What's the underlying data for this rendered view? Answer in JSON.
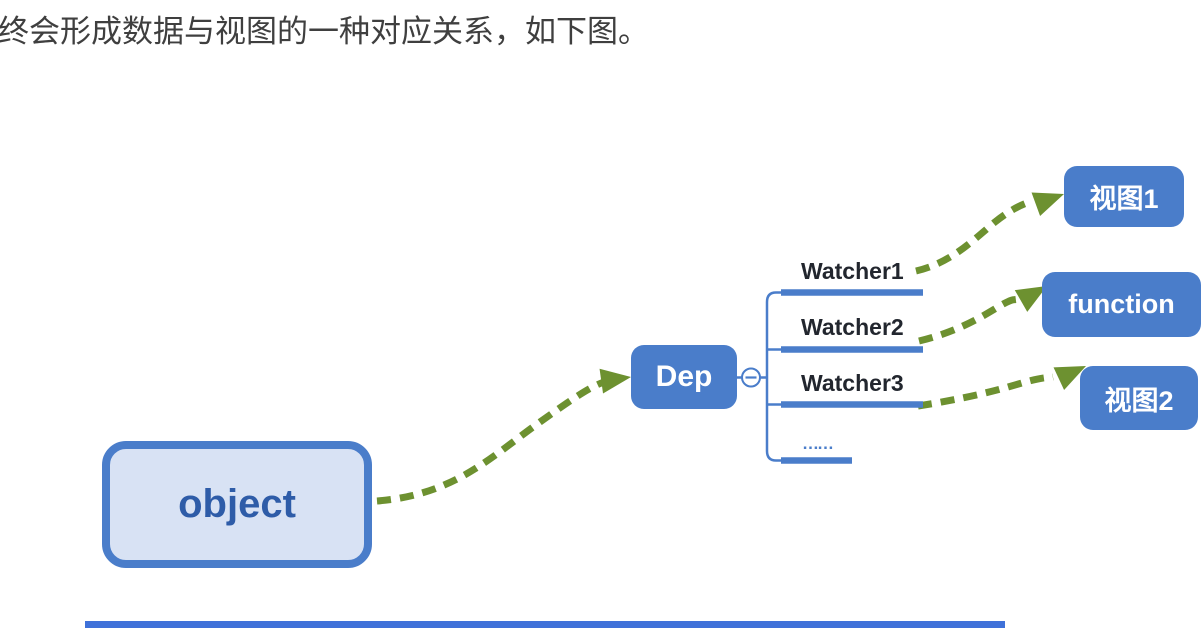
{
  "headline": {
    "text": "终会形成数据与视图的一种对应关系，如下图。"
  },
  "diagram": {
    "object_node": {
      "label": "object"
    },
    "dep_node": {
      "label": "Dep"
    },
    "collapse_icon": {
      "type": "minus-circle"
    },
    "watchers": [
      {
        "label": "Watcher1"
      },
      {
        "label": "Watcher2"
      },
      {
        "label": "Watcher3"
      },
      {
        "label": "……"
      }
    ],
    "targets": [
      {
        "label": "视图1"
      },
      {
        "label": "function"
      },
      {
        "label": "视图2"
      }
    ],
    "edges": [
      {
        "from": "object",
        "to": "Dep",
        "style": "green-dashed-arrow"
      },
      {
        "from": "Watcher1",
        "to": "视图1",
        "style": "green-dashed-arrow"
      },
      {
        "from": "Watcher2",
        "to": "function",
        "style": "green-dashed-arrow"
      },
      {
        "from": "Watcher3",
        "to": "视图2",
        "style": "green-dashed-arrow"
      }
    ],
    "colors": {
      "node_blue": "#4a7dca",
      "object_fill": "#d8e2f4",
      "object_text": "#2e5ca8",
      "arrow_green": "#6d9130",
      "watcher_label_text": "#22262e",
      "headline_text": "#3f3f3f",
      "bottom_bar": "#3f71d9"
    }
  }
}
